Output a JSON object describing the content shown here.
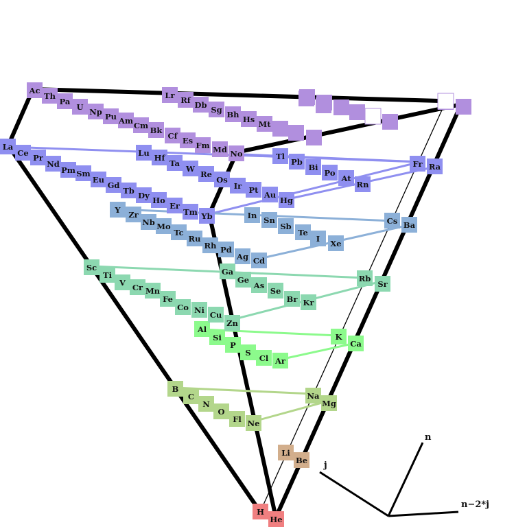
{
  "axis_labels": {
    "n": "n",
    "j": "j",
    "diag": "n−2*j"
  },
  "colors": {
    "s1": "#f07f80",
    "s2": "#d2ae8c",
    "p2": "#b3d68b",
    "p3": "#8cfa8c",
    "d3": "#8cd8b0",
    "d4": "#8cb0d8",
    "f4": "#8f8ff0",
    "f5": "#b18fde",
    "frame": "#000000"
  },
  "cells": [
    {
      "sym": "H",
      "g": "s1"
    },
    {
      "sym": "He",
      "g": "s1"
    },
    {
      "sym": "Li",
      "g": "s2"
    },
    {
      "sym": "Be",
      "g": "s2"
    },
    {
      "sym": "B",
      "g": "p2"
    },
    {
      "sym": "C",
      "g": "p2"
    },
    {
      "sym": "N",
      "g": "p2"
    },
    {
      "sym": "O",
      "g": "p2"
    },
    {
      "sym": "Fl",
      "g": "p2"
    },
    {
      "sym": "Ne",
      "g": "p2"
    },
    {
      "sym": "Na",
      "g": "p2"
    },
    {
      "sym": "Mg",
      "g": "p2"
    },
    {
      "sym": "Al",
      "g": "p3"
    },
    {
      "sym": "Si",
      "g": "p3"
    },
    {
      "sym": "P",
      "g": "p3"
    },
    {
      "sym": "S",
      "g": "p3"
    },
    {
      "sym": "Cl",
      "g": "p3"
    },
    {
      "sym": "Ar",
      "g": "p3"
    },
    {
      "sym": "K",
      "g": "p3"
    },
    {
      "sym": "Ca",
      "g": "p3"
    },
    {
      "sym": "Sc",
      "g": "d3"
    },
    {
      "sym": "Ti",
      "g": "d3"
    },
    {
      "sym": "V",
      "g": "d3"
    },
    {
      "sym": "Cr",
      "g": "d3"
    },
    {
      "sym": "Mn",
      "g": "d3"
    },
    {
      "sym": "Fe",
      "g": "d3"
    },
    {
      "sym": "Co",
      "g": "d3"
    },
    {
      "sym": "Ni",
      "g": "d3"
    },
    {
      "sym": "Cu",
      "g": "d3"
    },
    {
      "sym": "Zn",
      "g": "d3"
    },
    {
      "sym": "Ga",
      "g": "d3"
    },
    {
      "sym": "Ge",
      "g": "d3"
    },
    {
      "sym": "As",
      "g": "d3"
    },
    {
      "sym": "Se",
      "g": "d3"
    },
    {
      "sym": "Br",
      "g": "d3"
    },
    {
      "sym": "Kr",
      "g": "d3"
    },
    {
      "sym": "Rb",
      "g": "d3"
    },
    {
      "sym": "Sr",
      "g": "d3"
    },
    {
      "sym": "Y",
      "g": "d4"
    },
    {
      "sym": "Zr",
      "g": "d4"
    },
    {
      "sym": "Nb",
      "g": "d4"
    },
    {
      "sym": "Mo",
      "g": "d4"
    },
    {
      "sym": "Tc",
      "g": "d4"
    },
    {
      "sym": "Ru",
      "g": "d4"
    },
    {
      "sym": "Rh",
      "g": "d4"
    },
    {
      "sym": "Pd",
      "g": "d4"
    },
    {
      "sym": "Ag",
      "g": "d4"
    },
    {
      "sym": "Cd",
      "g": "d4"
    },
    {
      "sym": "In",
      "g": "d4"
    },
    {
      "sym": "Sn",
      "g": "d4"
    },
    {
      "sym": "Sb",
      "g": "d4"
    },
    {
      "sym": "Te",
      "g": "d4"
    },
    {
      "sym": "I",
      "g": "d4"
    },
    {
      "sym": "Xe",
      "g": "d4"
    },
    {
      "sym": "Cs",
      "g": "d4"
    },
    {
      "sym": "Ba",
      "g": "d4"
    },
    {
      "sym": "La",
      "g": "f4"
    },
    {
      "sym": "Ce",
      "g": "f4"
    },
    {
      "sym": "Pr",
      "g": "f4"
    },
    {
      "sym": "Nd",
      "g": "f4"
    },
    {
      "sym": "Pm",
      "g": "f4"
    },
    {
      "sym": "Sm",
      "g": "f4"
    },
    {
      "sym": "Eu",
      "g": "f4"
    },
    {
      "sym": "Gd",
      "g": "f4"
    },
    {
      "sym": "Tb",
      "g": "f4"
    },
    {
      "sym": "Dy",
      "g": "f4"
    },
    {
      "sym": "Ho",
      "g": "f4"
    },
    {
      "sym": "Er",
      "g": "f4"
    },
    {
      "sym": "Tm",
      "g": "f4"
    },
    {
      "sym": "Yb",
      "g": "f4"
    },
    {
      "sym": "Lu",
      "g": "f4"
    },
    {
      "sym": "Hf",
      "g": "f4"
    },
    {
      "sym": "Ta",
      "g": "f4"
    },
    {
      "sym": "W",
      "g": "f4"
    },
    {
      "sym": "Re",
      "g": "f4"
    },
    {
      "sym": "Os",
      "g": "f4"
    },
    {
      "sym": "Ir",
      "g": "f4"
    },
    {
      "sym": "Pt",
      "g": "f4"
    },
    {
      "sym": "Au",
      "g": "f4"
    },
    {
      "sym": "Hg",
      "g": "f4"
    },
    {
      "sym": "Tl",
      "g": "f4"
    },
    {
      "sym": "Pb",
      "g": "f4"
    },
    {
      "sym": "Bi",
      "g": "f4"
    },
    {
      "sym": "Po",
      "g": "f4"
    },
    {
      "sym": "At",
      "g": "f4"
    },
    {
      "sym": "Rn",
      "g": "f4"
    },
    {
      "sym": "Fr",
      "g": "f4"
    },
    {
      "sym": "Ra",
      "g": "f4"
    },
    {
      "sym": "Ac",
      "g": "f5"
    },
    {
      "sym": "Th",
      "g": "f5"
    },
    {
      "sym": "Pa",
      "g": "f5"
    },
    {
      "sym": "U",
      "g": "f5"
    },
    {
      "sym": "Np",
      "g": "f5"
    },
    {
      "sym": "Pu",
      "g": "f5"
    },
    {
      "sym": "Am",
      "g": "f5"
    },
    {
      "sym": "Cm",
      "g": "f5"
    },
    {
      "sym": "Bk",
      "g": "f5"
    },
    {
      "sym": "Cf",
      "g": "f5"
    },
    {
      "sym": "Es",
      "g": "f5"
    },
    {
      "sym": "Fm",
      "g": "f5"
    },
    {
      "sym": "Md",
      "g": "f5"
    },
    {
      "sym": "No",
      "g": "f5"
    },
    {
      "sym": "Lr",
      "g": "f5"
    },
    {
      "sym": "Rf",
      "g": "f5"
    },
    {
      "sym": "Db",
      "g": "f5"
    },
    {
      "sym": "Sg",
      "g": "f5"
    },
    {
      "sym": "Bh",
      "g": "f5"
    },
    {
      "sym": "Hs",
      "g": "f5"
    },
    {
      "sym": "Mt",
      "g": "f5"
    },
    {
      "sym": "",
      "g": "f5"
    },
    {
      "sym": "",
      "g": "f5"
    },
    {
      "sym": "",
      "g": "f5"
    },
    {
      "sym": "",
      "g": "f5"
    },
    {
      "sym": "",
      "g": "f5"
    },
    {
      "sym": "",
      "g": "f5"
    },
    {
      "sym": "",
      "g": "f5"
    },
    {
      "sym": "",
      "g": "f5"
    },
    {
      "sym": "",
      "g": "f5"
    },
    {
      "sym": "",
      "g": "f5"
    },
    {
      "sym": "",
      "g": "f5"
    },
    {
      "sym": "",
      "g": "f5"
    },
    {
      "sym": "",
      "g": "empty"
    },
    {
      "sym": "",
      "g": "empty"
    }
  ]
}
